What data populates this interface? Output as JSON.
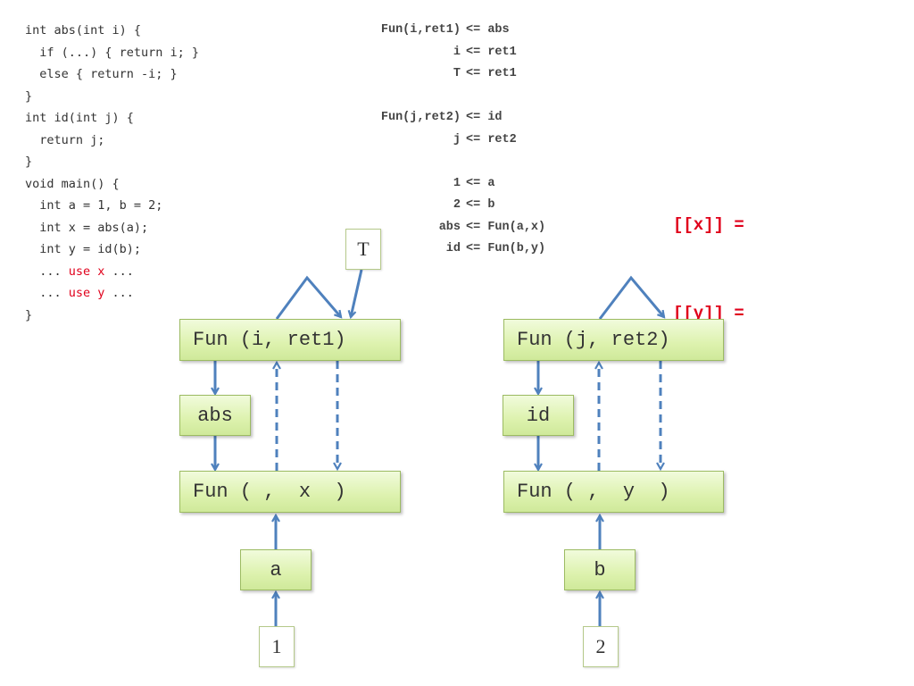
{
  "code": {
    "lines": [
      [
        {
          "t": "int abs(int i) {"
        }
      ],
      [
        {
          "t": "  if (...) { return i; }"
        }
      ],
      [
        {
          "t": "  else { return -i; }"
        }
      ],
      [
        {
          "t": "}"
        }
      ],
      [
        {
          "t": "int id(int j) {"
        }
      ],
      [
        {
          "t": "  return j;"
        }
      ],
      [
        {
          "t": "}"
        }
      ],
      [
        {
          "t": "void main() {"
        }
      ],
      [
        {
          "t": "  int a = 1, b = 2;"
        }
      ],
      [
        {
          "t": "  int x = abs(a);"
        }
      ],
      [
        {
          "t": "  int y = id(b);"
        }
      ],
      [
        {
          "t": "  ... "
        },
        {
          "t": "use x",
          "red": true
        },
        {
          "t": " ..."
        }
      ],
      [
        {
          "t": "  ... "
        },
        {
          "t": "use y",
          "red": true
        },
        {
          "t": " ..."
        }
      ],
      [
        {
          "t": "}"
        }
      ]
    ]
  },
  "constraints": [
    {
      "lhs": "Fun(i,ret1)",
      "op": "<=",
      "rhs": "abs"
    },
    {
      "lhs": "i",
      "op": "<=",
      "rhs": "ret1"
    },
    {
      "lhs": "T",
      "op": "<=",
      "rhs": "ret1"
    },
    {
      "lhs": "",
      "op": "",
      "rhs": ""
    },
    {
      "lhs": "Fun(j,ret2)",
      "op": "<=",
      "rhs": "id"
    },
    {
      "lhs": "j",
      "op": "<=",
      "rhs": "ret2"
    },
    {
      "lhs": "",
      "op": "",
      "rhs": ""
    },
    {
      "lhs": "1",
      "op": "<=",
      "rhs": "a"
    },
    {
      "lhs": "2",
      "op": "<=",
      "rhs": "b"
    },
    {
      "lhs": "abs",
      "op": "<=",
      "rhs": "Fun(a,x)"
    },
    {
      "lhs": "id",
      "op": "<=",
      "rhs": "Fun(b,y)"
    }
  ],
  "semantics": {
    "x_label": "[[x]] =",
    "y_label": "[[y]] ="
  },
  "colors": {
    "accent_red": "#e0001b",
    "arrow_blue": "#4f81bd",
    "node_green": "#ddf2ae"
  },
  "graph_left": {
    "top_node": "Fun (i, ret1)",
    "func_node": "abs",
    "call_node": "Fun ( ,  x  )",
    "arg_node": "a",
    "const_node": "1",
    "top_type_node": "T"
  },
  "graph_right": {
    "top_node": "Fun (j, ret2)",
    "func_node": "id",
    "call_node": "Fun ( ,  y  )",
    "arg_node": "b",
    "const_node": "2"
  }
}
